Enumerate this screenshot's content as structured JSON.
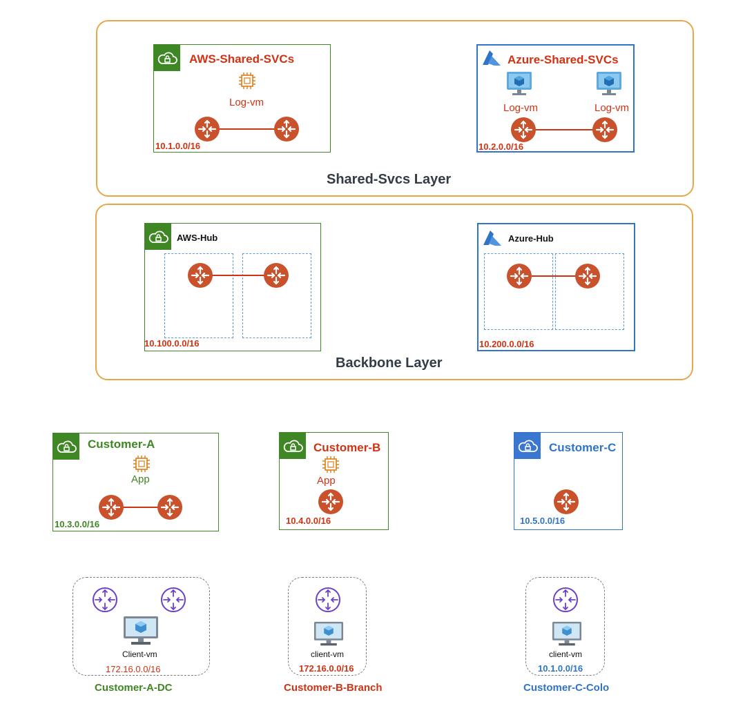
{
  "colors": {
    "aws_green": "#3f8624",
    "azure_blue": "#2f74c8",
    "red": "#d13212",
    "layer_orange": "#e8a64b",
    "router_orange": "#c9512c",
    "gateway_purple": "#6b40c8"
  },
  "layers": {
    "shared": {
      "title": "Shared-Svcs Layer"
    },
    "backbone": {
      "title": "Backbone Layer"
    }
  },
  "aws_shared": {
    "name": "AWS-Shared-SVCs",
    "vm_label": "Log-vm",
    "cidr": "10.1.0.0/16"
  },
  "azure_shared": {
    "name": "Azure-Shared-SVCs",
    "vm1_label": "Log-vm",
    "vm2_label": "Log-vm",
    "cidr": "10.2.0.0/16"
  },
  "aws_hub": {
    "name": "AWS-Hub",
    "cidr": "10.100.0.0/16"
  },
  "azure_hub": {
    "name": "Azure-Hub",
    "cidr": "10.200.0.0/16"
  },
  "customer_a": {
    "name": "Customer-A",
    "app_label": "App",
    "cidr": "10.3.0.0/16"
  },
  "customer_b": {
    "name": "Customer-B",
    "app_label": "App",
    "cidr": "10.4.0.0/16"
  },
  "customer_c": {
    "name": "Customer-C",
    "cidr": "10.5.0.0/16"
  },
  "customer_a_dc": {
    "name": "Customer-A-DC",
    "vm_label": "Client-vm",
    "cidr": "172.16.0.0/16"
  },
  "customer_b_branch": {
    "name": "Customer-B-Branch",
    "vm_label": "client-vm",
    "cidr": "172.16.0.0/16"
  },
  "customer_c_colo": {
    "name": "Customer-C-Colo",
    "vm_label": "client-vm",
    "cidr": "10.1.0.0/16"
  },
  "icons": {
    "cloud_vpc": "cloud-lock-icon",
    "azure": "azure-logo-icon",
    "router": "router-icon",
    "chip": "ec2-instance-icon",
    "vm": "virtual-machine-icon",
    "gateway": "gateway-router-icon"
  }
}
